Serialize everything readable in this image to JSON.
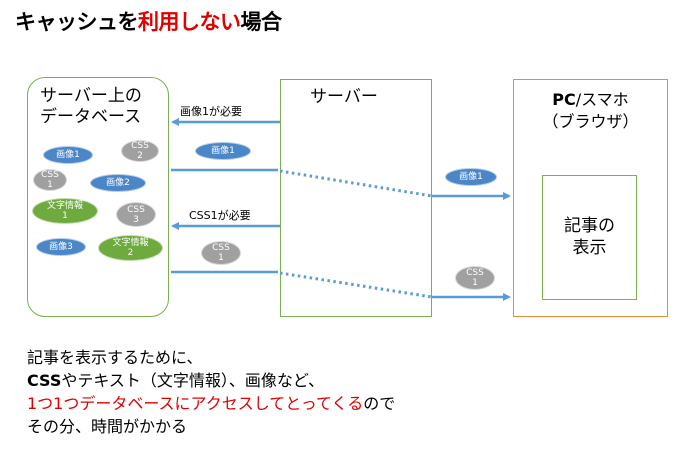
{
  "title": {
    "prefix": "キャッシュを",
    "highlight": "利用しない",
    "suffix": "場合"
  },
  "database": {
    "title_line1": "サーバー上の",
    "title_line2": "データベース"
  },
  "server": {
    "title": "サーバー"
  },
  "client": {
    "title_bold": "PC",
    "title_rest": "/スマホ",
    "subtitle": "（ブラウザ）"
  },
  "article": {
    "line1": "記事の",
    "line2": "表示"
  },
  "db_items": [
    {
      "label": "画像1",
      "kind": "blue"
    },
    {
      "label": "CSS\n2",
      "kind": "gray"
    },
    {
      "label": "CSS\n1",
      "kind": "gray"
    },
    {
      "label": "画像2",
      "kind": "blue"
    },
    {
      "label": "文字情報\n1",
      "kind": "green"
    },
    {
      "label": "CSS\n3",
      "kind": "gray"
    },
    {
      "label": "画像3",
      "kind": "blue"
    },
    {
      "label": "文字情報\n2",
      "kind": "green"
    }
  ],
  "flows": {
    "request1": "画像1が必要",
    "transfer1": "画像1",
    "delivered1": "画像1",
    "request2": "CSS1が必要",
    "transfer2": "CSS\n1",
    "delivered2": "CSS\n1"
  },
  "description": {
    "line1": "記事を表示するために、",
    "line2_bold": "CSS",
    "line2_rest": "やテキスト（文字情報）、画像など、",
    "line3_red": "1つ1つデータベースにアクセスしてとってくる",
    "line3_rest": "ので",
    "line4": "その分、時間がかかる"
  },
  "colors": {
    "arrow": "#5b9bd5",
    "db_border": "#7ab04e",
    "client_border": "#ed8b3a",
    "highlight": "#e00000"
  }
}
